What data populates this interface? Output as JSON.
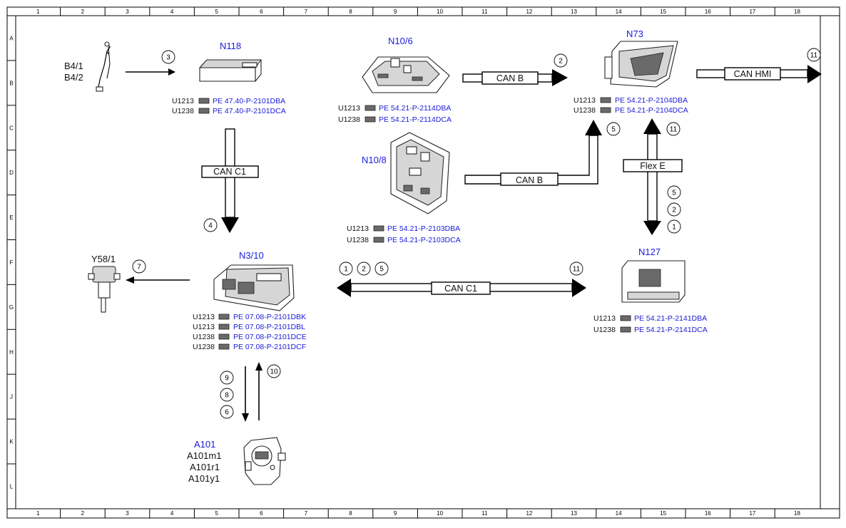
{
  "grid": {
    "columns": [
      "1",
      "2",
      "3",
      "4",
      "5",
      "6",
      "7",
      "8",
      "9",
      "10",
      "11",
      "12",
      "13",
      "14",
      "15",
      "16",
      "17",
      "18"
    ],
    "rows": [
      "A",
      "B",
      "C",
      "D",
      "E",
      "F",
      "G",
      "H",
      "J",
      "K",
      "L"
    ]
  },
  "components": {
    "b4": {
      "lines": [
        "B4/1",
        "B4/2"
      ]
    },
    "n118": {
      "label": "N118",
      "refs": [
        {
          "code": "U1213",
          "ref": "PE 47.40-P-2101DBA"
        },
        {
          "code": "U1238",
          "ref": "PE 47.40-P-2101DCA"
        }
      ]
    },
    "n10_6": {
      "label": "N10/6",
      "refs": [
        {
          "code": "U1213",
          "ref": "PE 54.21-P-2114DBA"
        },
        {
          "code": "U1238",
          "ref": "PE 54.21-P-2114DCA"
        }
      ]
    },
    "n10_8": {
      "label": "N10/8",
      "refs": [
        {
          "code": "U1213",
          "ref": "PE 54.21-P-2103DBA"
        },
        {
          "code": "U1238",
          "ref": "PE 54.21-P-2103DCA"
        }
      ]
    },
    "n73": {
      "label": "N73",
      "refs": [
        {
          "code": "U1213",
          "ref": "PE 54.21-P-2104DBA"
        },
        {
          "code": "U1238",
          "ref": "PE 54.21-P-2104DCA"
        }
      ]
    },
    "n3_10": {
      "label": "N3/10",
      "refs": [
        {
          "code": "U1213",
          "ref": "PE 07.08-P-2101DBK"
        },
        {
          "code": "U1213",
          "ref": "PE 07.08-P-2101DBL"
        },
        {
          "code": "U1238",
          "ref": "PE 07.08-P-2101DCE"
        },
        {
          "code": "U1238",
          "ref": "PE 07.08-P-2101DCF"
        }
      ]
    },
    "n127": {
      "label": "N127",
      "refs": [
        {
          "code": "U1213",
          "ref": "PE 54.21-P-2141DBA"
        },
        {
          "code": "U1238",
          "ref": "PE 54.21-P-2141DCA"
        }
      ]
    },
    "y58": {
      "label": "Y58/1"
    },
    "a101": {
      "label": "A101",
      "sub": [
        "A101m1",
        "A101r1",
        "A101y1"
      ]
    }
  },
  "buses": {
    "can_c1_vertical": "CAN C1",
    "can_b_top": "CAN B",
    "can_b_lower": "CAN B",
    "can_hmi": "CAN HMI",
    "flex_e": "Flex E",
    "can_c1_horizontal": "CAN C1"
  },
  "markers": {
    "b4_to_n118": [
      "3"
    ],
    "can_c1_to_n3": [
      "4"
    ],
    "can_b_to_n73": [
      "2"
    ],
    "can_hmi_out": [
      "11"
    ],
    "n10_8_to_n73": [
      "5"
    ],
    "n127_to_n73": [
      "11"
    ],
    "n73_to_n127": [
      "5",
      "2",
      "1"
    ],
    "n3_to_y58": [
      "7"
    ],
    "n3_to_left": [
      "1",
      "2",
      "5"
    ],
    "c1_to_n127": [
      "11"
    ],
    "n3_to_a101": [
      "9",
      "8",
      "6"
    ],
    "a101_to_n3": [
      "10"
    ]
  }
}
